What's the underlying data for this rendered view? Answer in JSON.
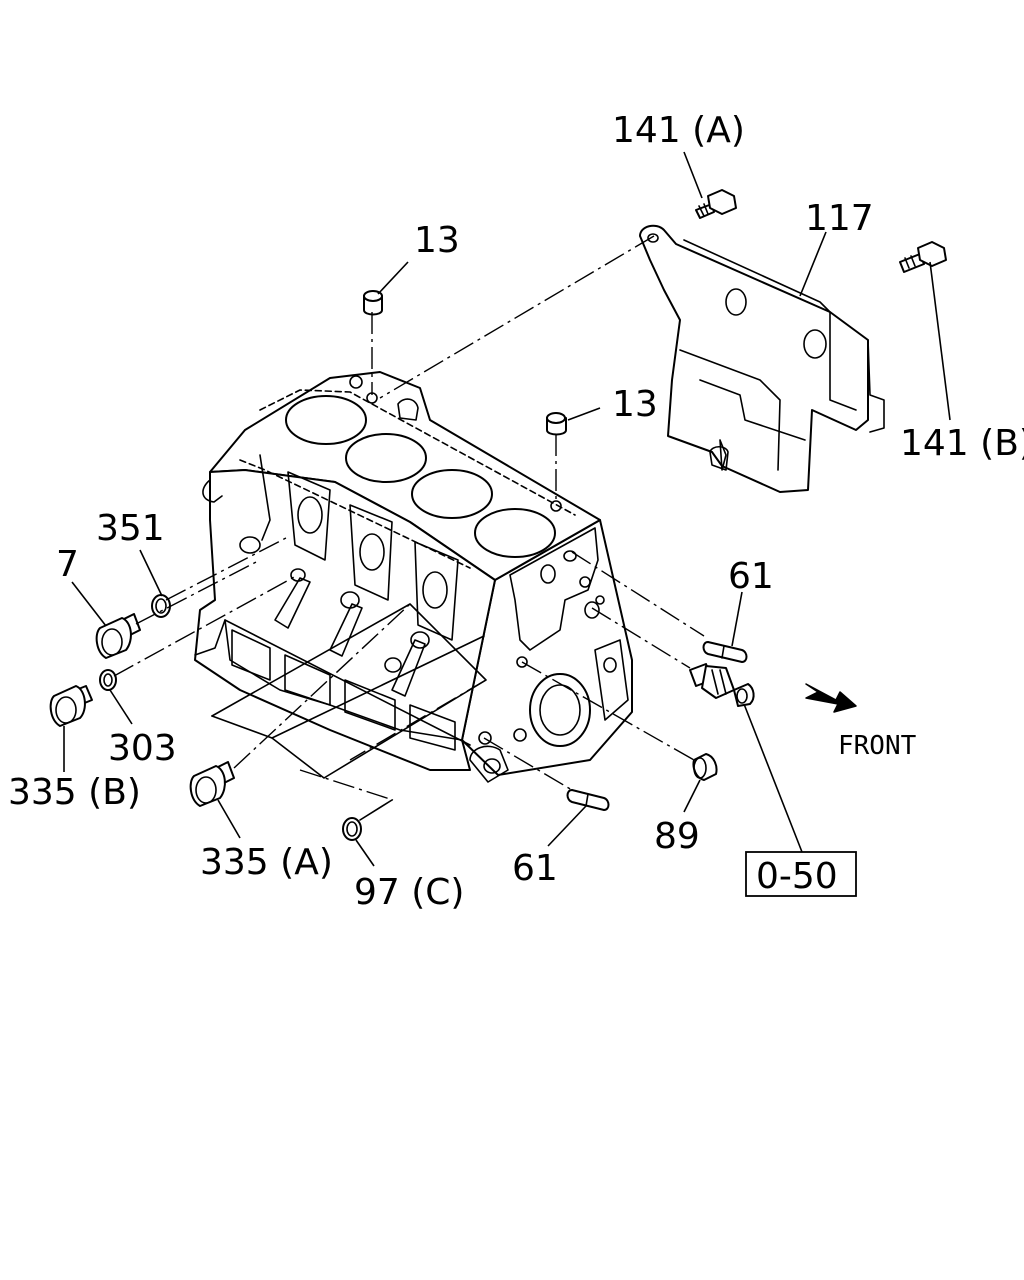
{
  "labels": {
    "p141a": "141 (A)",
    "p117": "117",
    "p13_top": "13",
    "p13_right": "13",
    "p141b": "141 (B)",
    "p351": "351",
    "p7": "7",
    "p61_right": "61",
    "p303": "303",
    "p335b": "335 (B)",
    "p335a": "335 (A)",
    "p97c": "97 (C)",
    "p61_bottom": "61",
    "p89": "89",
    "ref": "0-50",
    "front": "FRONT"
  },
  "icons": {
    "front_arrow": "front-arrow-icon"
  },
  "colors": {
    "line": "#000000",
    "background": "#ffffff"
  }
}
